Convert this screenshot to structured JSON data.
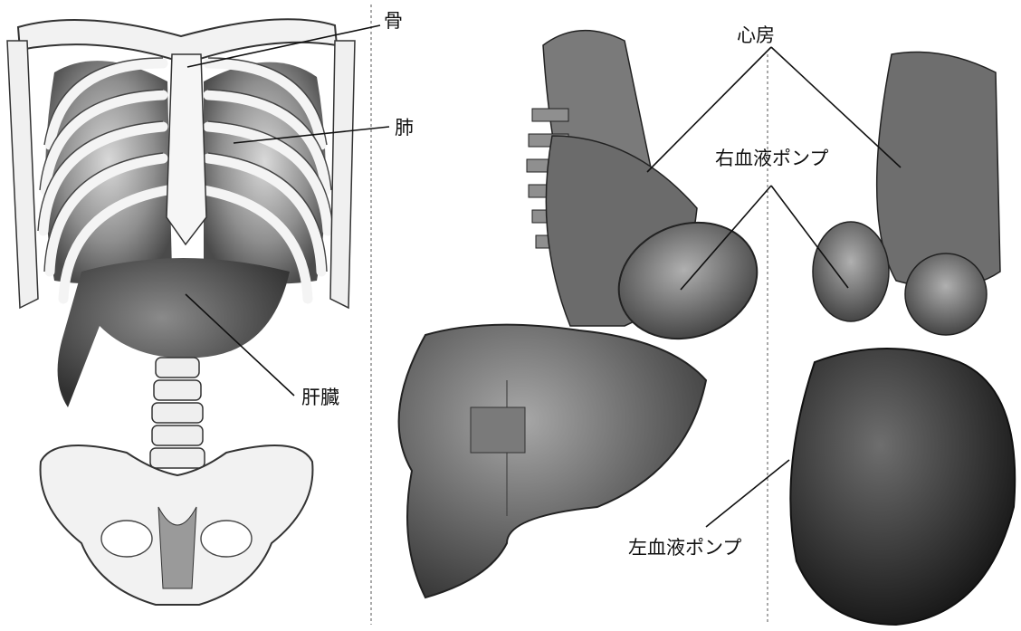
{
  "labels": {
    "bone": "骨",
    "lung": "肺",
    "liver": "肝臓",
    "atrium": "心房",
    "right_pump": "右血液ポンプ",
    "left_pump": "左血液ポンプ"
  }
}
